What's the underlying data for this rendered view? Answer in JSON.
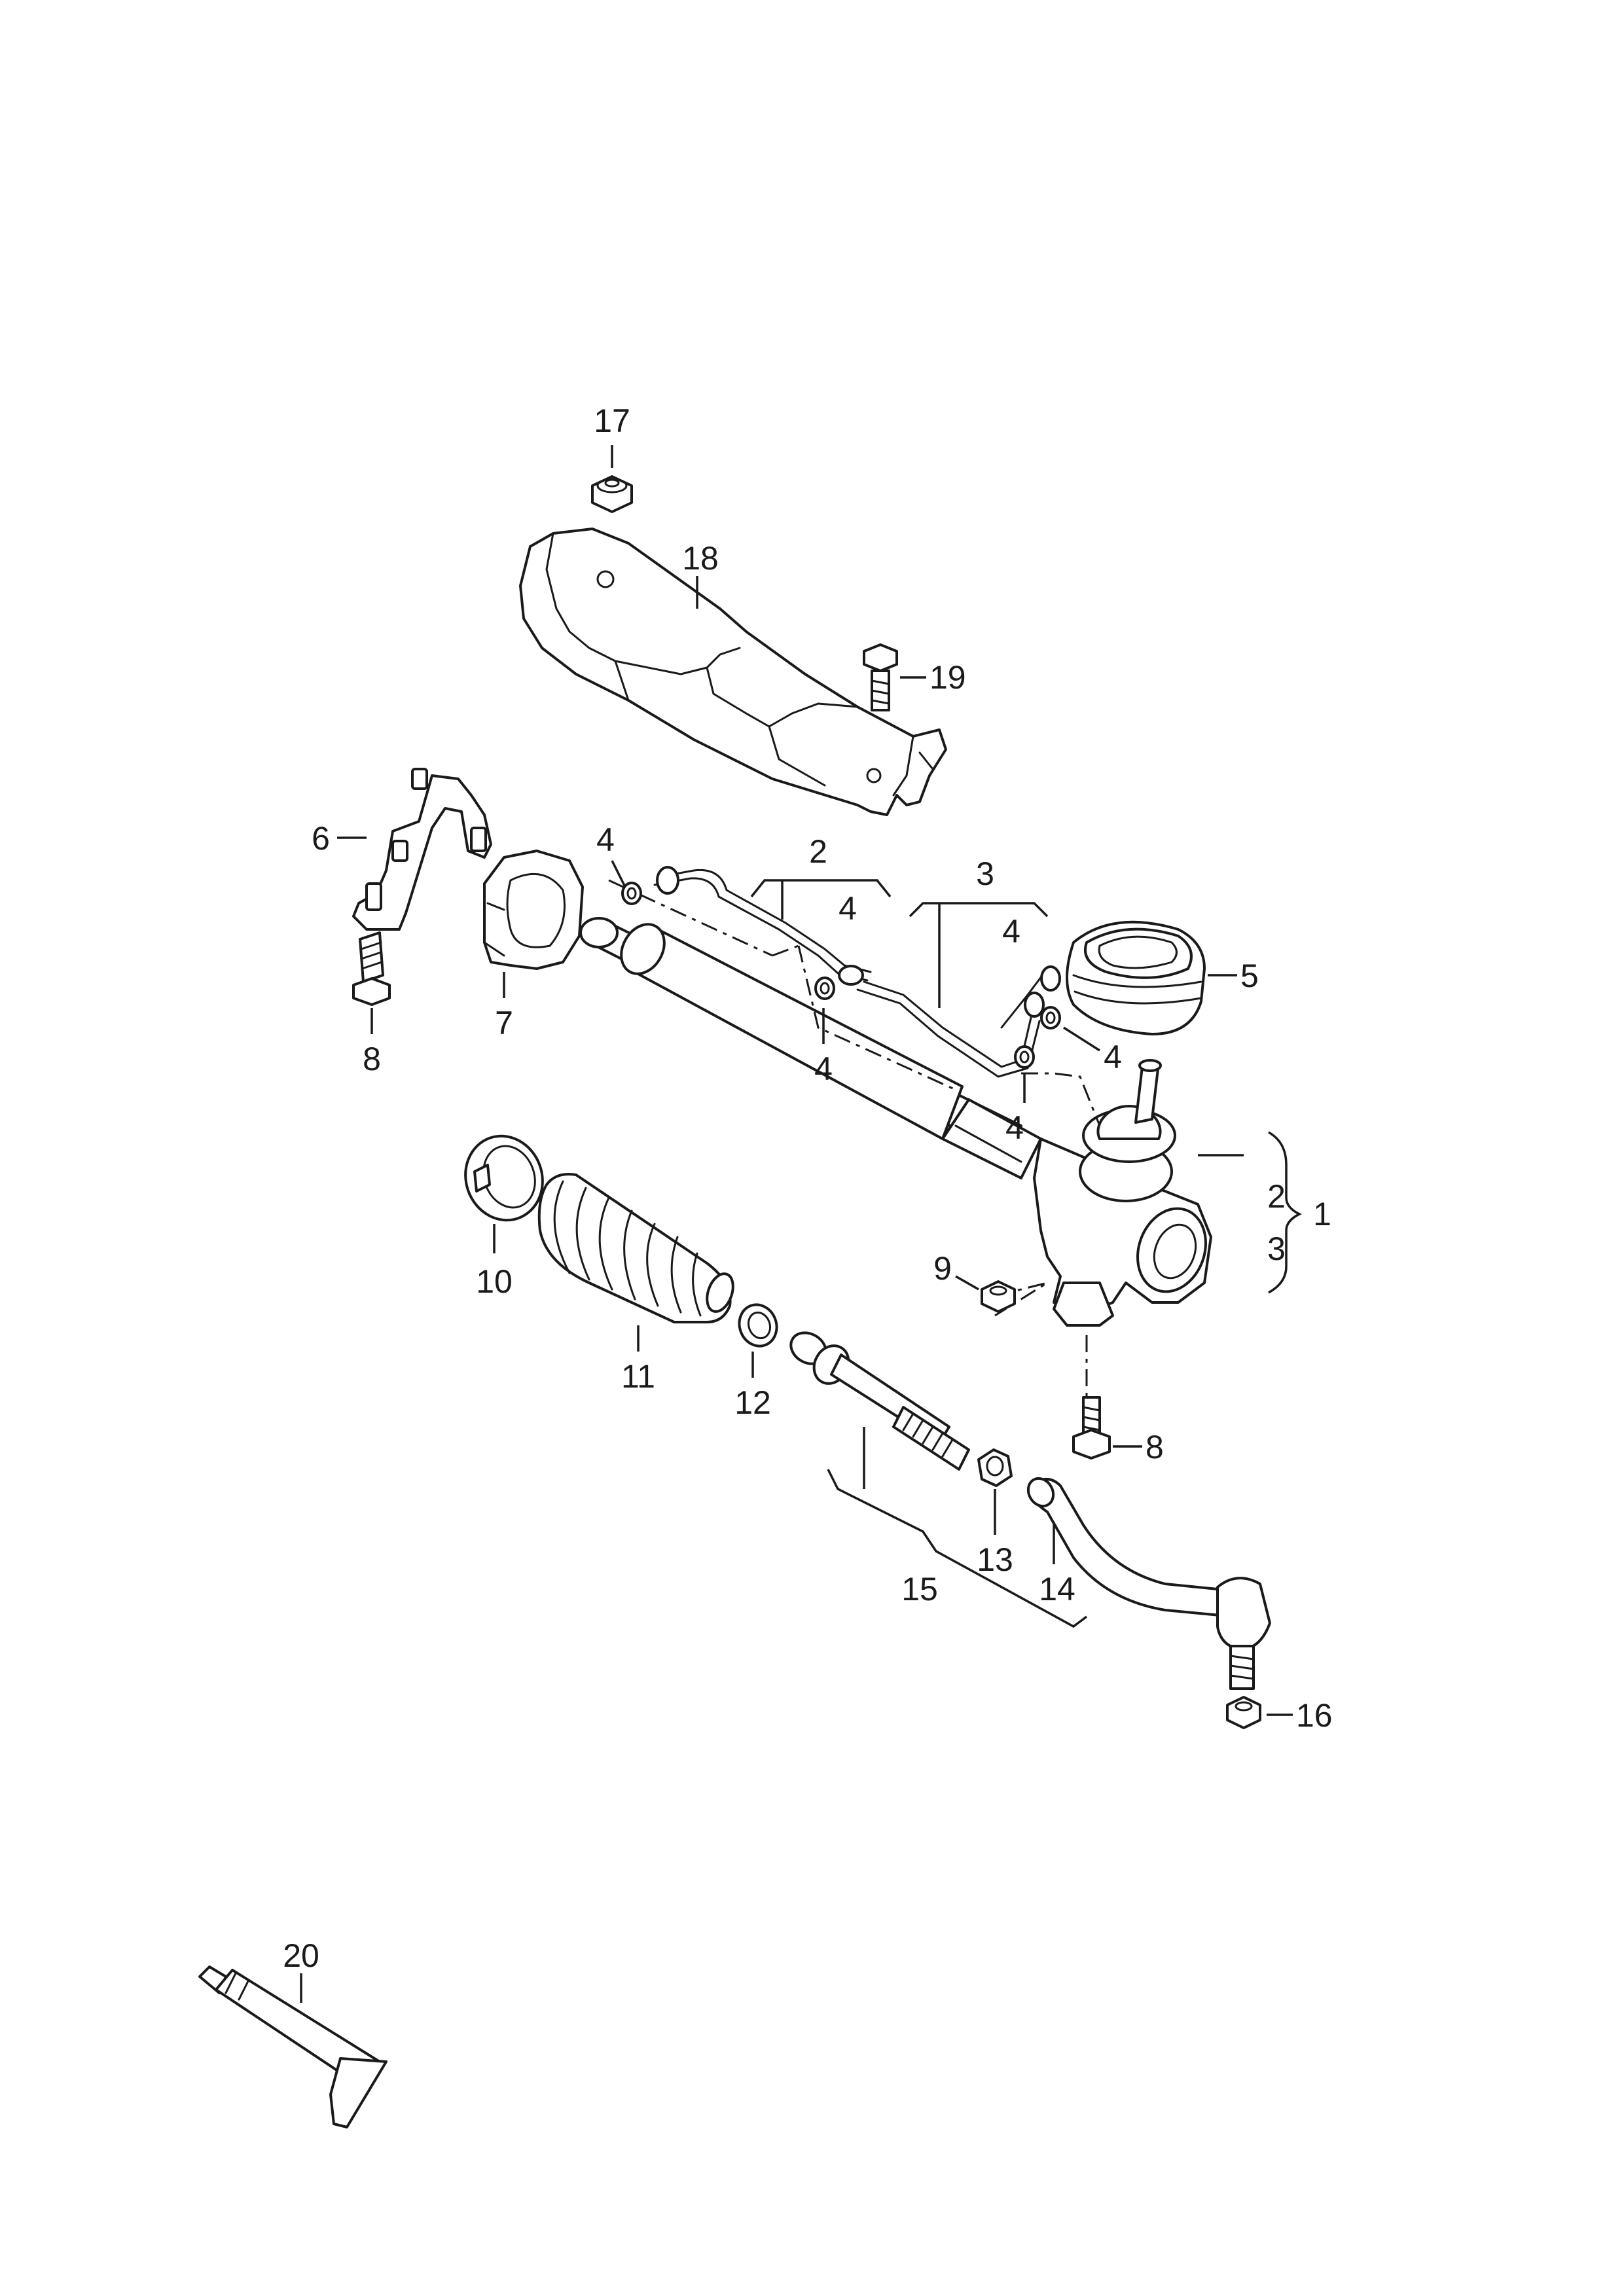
{
  "diagram": {
    "line_color": "#1a1a1a",
    "background": "#ffffff",
    "callouts": [
      {
        "id": "c17",
        "text": "17"
      },
      {
        "id": "c18",
        "text": "18"
      },
      {
        "id": "c19",
        "text": "19"
      },
      {
        "id": "c6",
        "text": "6"
      },
      {
        "id": "c8a",
        "text": "8"
      },
      {
        "id": "c7",
        "text": "7"
      },
      {
        "id": "c4a",
        "text": "4"
      },
      {
        "id": "c2top",
        "text": "2"
      },
      {
        "id": "c4b",
        "text": "4"
      },
      {
        "id": "c3top",
        "text": "3"
      },
      {
        "id": "c4c",
        "text": "4"
      },
      {
        "id": "c5",
        "text": "5"
      },
      {
        "id": "c4d",
        "text": "4"
      },
      {
        "id": "c4e",
        "text": "4"
      },
      {
        "id": "c4f",
        "text": "4"
      },
      {
        "id": "c2side",
        "text": "2"
      },
      {
        "id": "c1",
        "text": "1"
      },
      {
        "id": "c3side",
        "text": "3"
      },
      {
        "id": "c10",
        "text": "10"
      },
      {
        "id": "c9",
        "text": "9"
      },
      {
        "id": "c11",
        "text": "11"
      },
      {
        "id": "c12",
        "text": "12"
      },
      {
        "id": "c8b",
        "text": "8"
      },
      {
        "id": "c13",
        "text": "13"
      },
      {
        "id": "c15",
        "text": "15"
      },
      {
        "id": "c14",
        "text": "14"
      },
      {
        "id": "c16",
        "text": "16"
      },
      {
        "id": "c20",
        "text": "20"
      }
    ]
  }
}
